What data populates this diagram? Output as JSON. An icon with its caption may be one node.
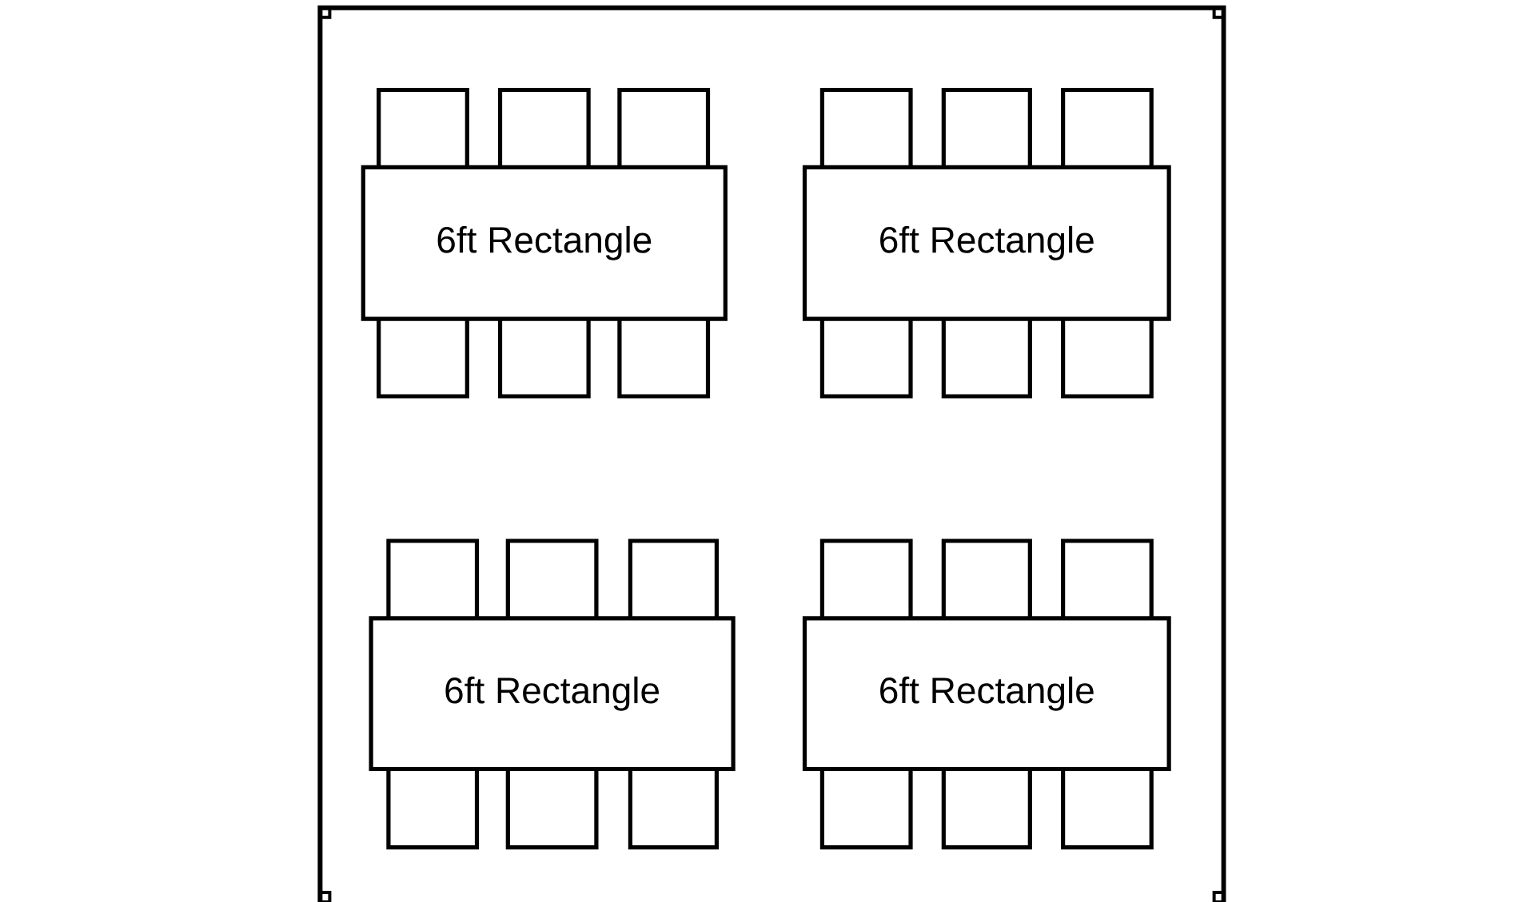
{
  "diagram": {
    "nodes": [
      {
        "text": [],
        "shape": "box"
      },
      {
        "text": [],
        "shape": "box"
      },
      {
        "text": [],
        "shape": "box"
      },
      {
        "text": [],
        "shape": "box"
      },
      {
        "text": [],
        "shape": "box"
      },
      {
        "text": [],
        "shape": "box"
      },
      {
        "text": [
          "6ft Rectangle"
        ]
      },
      {
        "text": [
          "6ft Rectangle"
        ]
      },
      {
        "text": [],
        "shape": "box"
      },
      {
        "text": [],
        "shape": "box"
      },
      {
        "text": [],
        "shape": "box"
      },
      {
        "text": [],
        "shape": "box"
      },
      {
        "text": [],
        "shape": "box"
      },
      {
        "text": [],
        "shape": "box"
      },
      {
        "text": [],
        "shape": "box"
      },
      {
        "text": [],
        "shape": "box"
      },
      {
        "text": [],
        "shape": "box"
      },
      {
        "text": [],
        "shape": "box"
      },
      {
        "text": [],
        "shape": "box"
      },
      {
        "text": [],
        "shape": "box"
      },
      {
        "text": [
          "6ft Rectangle"
        ]
      },
      {
        "text": [
          "6ft Rectangle"
        ]
      },
      {
        "text": [],
        "shape": "box"
      },
      {
        "text": [],
        "shape": "box"
      },
      {
        "text": [],
        "shape": "box"
      },
      {
        "text": [],
        "shape": "box"
      },
      {
        "text": [],
        "shape": "box"
      },
      {
        "text": [],
        "shape": "box"
      }
    ]
  }
}
